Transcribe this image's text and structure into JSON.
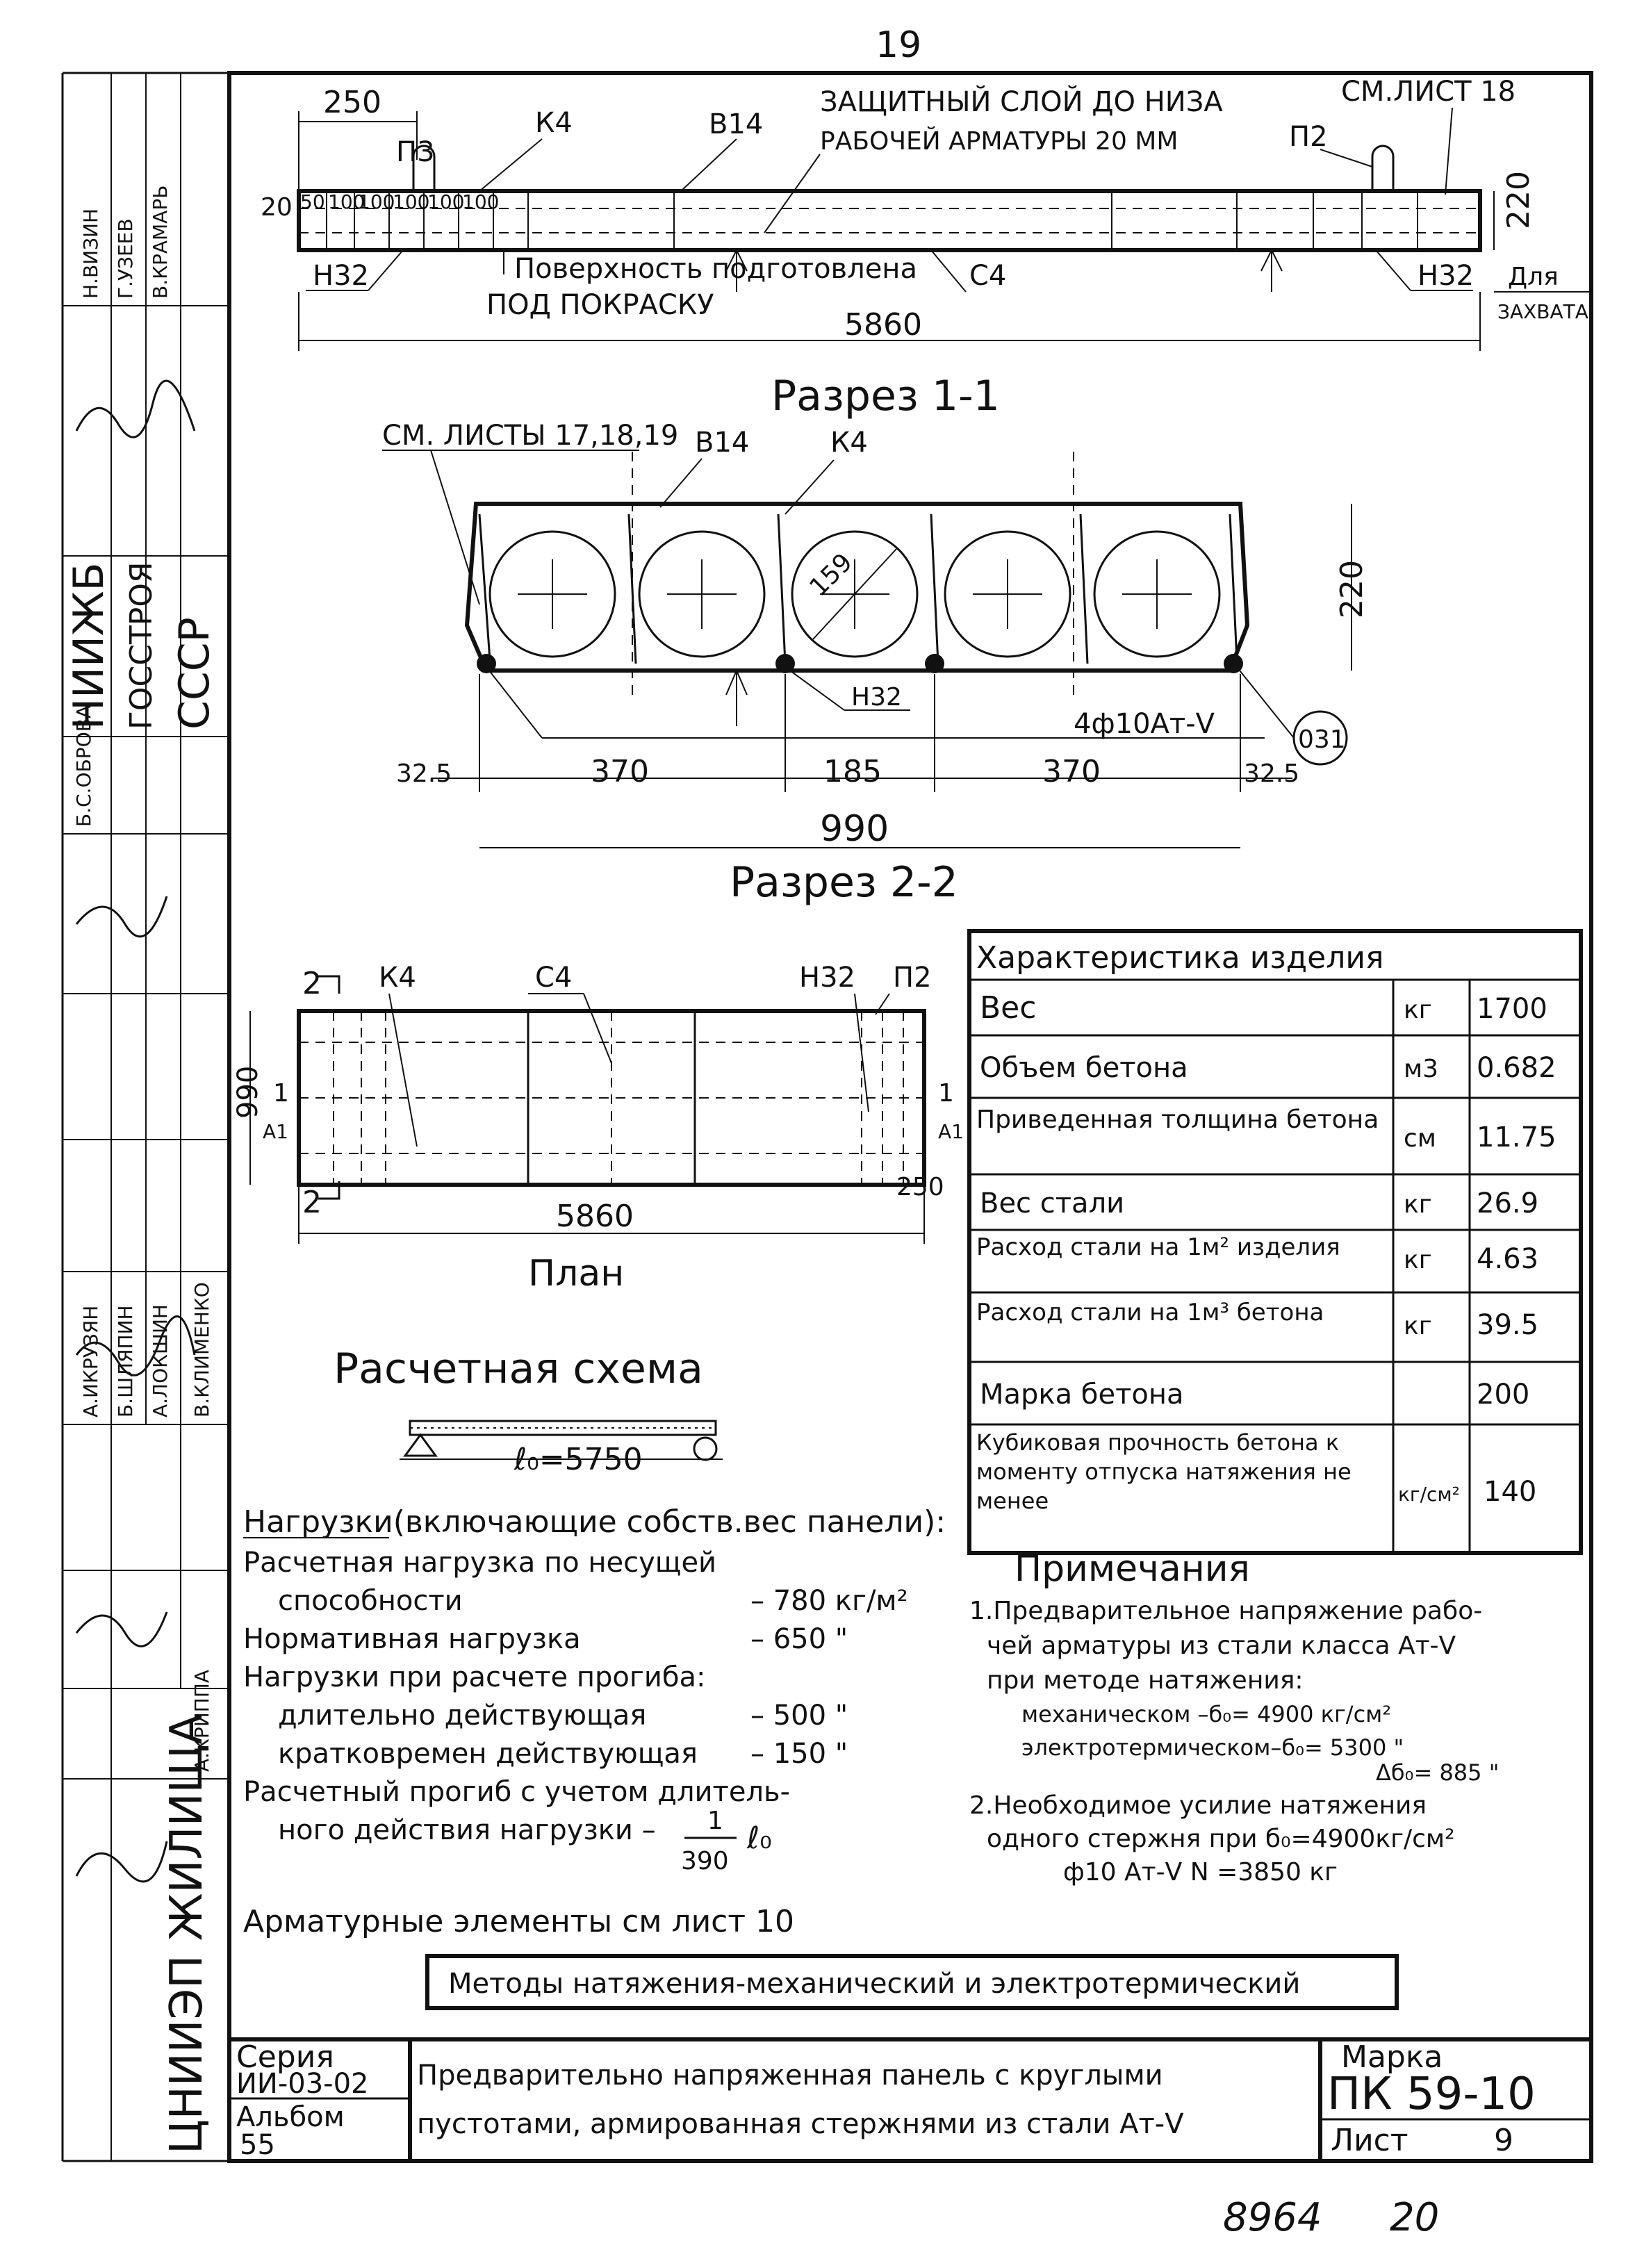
{
  "page_number": "19",
  "bottom_handwritten": [
    "8964",
    "20"
  ],
  "top_drawing": {
    "dim_250": "250",
    "label_p3": "П3",
    "label_k4": "К4",
    "label_v14": "В14",
    "protect_layer_1": "ЗАЩИТНЫЙ СЛОЙ ДО НИЗА",
    "protect_layer_2": "РАБОЧЕЙ АРМАТУРЫ 20 ММ",
    "see_sheet_18": "СМ.ЛИСТ 18",
    "label_p2": "П2",
    "dim_20": "20",
    "dims_left": [
      "50",
      "100",
      "100",
      "100",
      "100",
      "100"
    ],
    "dim_220": "220",
    "label_n32_left": "Н32",
    "label_n32_right": "Н32",
    "surface_1": "Поверхность подготовлена",
    "surface_2": "ПОД ПОКРАСКУ",
    "label_c4": "С4",
    "dim_5860": "5860",
    "grip_1": "Для",
    "grip_2": "ЗАХВАТА"
  },
  "section_1": {
    "title": "Разрез 1-1",
    "see_sheets": "СМ. ЛИСТЫ 17,18,19",
    "label_v14": "В14",
    "label_k4": "К4",
    "label_159": "159",
    "dim_220": "220",
    "label_n32": "Н32",
    "rebar": "4ф10Ат-V",
    "circle_tag": "031",
    "dims": [
      "32.5",
      "370",
      "185",
      "370",
      "32.5"
    ],
    "dim_total": "990"
  },
  "section_2": {
    "title": "Разрез 2-2",
    "mark_2_top": "2",
    "mark_2_bottom": "2",
    "label_k4": "К4",
    "label_c4": "С4",
    "label_n32": "Н32",
    "label_p2": "П2",
    "dim_990": "990",
    "mark_1_left": "1",
    "mark_1_right": "1",
    "mark_a1_left": "А1",
    "mark_a1_right": "А1",
    "dim_250": "250",
    "dim_5860": "5860",
    "plan_title": "План"
  },
  "calc_scheme": {
    "title": "Расчетная схема",
    "span": "ℓ₀=5750"
  },
  "loads": {
    "heading": "Нагрузки(включающие собств.вес панели):",
    "rows": [
      {
        "label": "Расчетная нагрузка по несущей",
        "value": ""
      },
      {
        "label": "способности",
        "value": "– 780 кг/м²"
      },
      {
        "label": "Нормативная нагрузка",
        "value": "– 650 \""
      },
      {
        "label": "Нагрузки при расчете прогиба:",
        "value": ""
      },
      {
        "label": "длительно действующая",
        "value": "– 500 \""
      },
      {
        "label": "кратковремен действующая",
        "value": "– 150 \""
      },
      {
        "label": "Расчетный прогиб с учетом длитель-",
        "value": ""
      },
      {
        "label": "ного действия нагрузки –",
        "value": ""
      }
    ],
    "fraction_num": "1",
    "fraction_den": "390",
    "fraction_var": "ℓ₀",
    "armature_note": "Арматурные элементы см лист 10"
  },
  "characteristics": {
    "title": "Характеристика изделия",
    "rows": [
      {
        "name": "Вес",
        "unit": "кг",
        "value": "1700"
      },
      {
        "name": "Объем бетона",
        "unit": "м3",
        "value": "0.682"
      },
      {
        "name": "Приведенная толщина бетона",
        "unit": "см",
        "value": "11.75"
      },
      {
        "name": "Вес стали",
        "unit": "кг",
        "value": "26.9"
      },
      {
        "name": "Расход стали на 1м² изделия",
        "unit": "кг",
        "value": "4.63"
      },
      {
        "name": "Расход стали на 1м³ бетона",
        "unit": "кг",
        "value": "39.5"
      },
      {
        "name": "Марка бетона",
        "unit": "",
        "value": "200"
      },
      {
        "name": "Кубиковая прочность бетона к моменту отпуска натяжения не менее",
        "unit": "кг/см²",
        "value": "140"
      }
    ]
  },
  "notes": {
    "title": "Примечания",
    "lines": [
      "1.Предварительное напряжение рабо-",
      "чей арматуры из стали класса Ат-V",
      "при методе натяжения:",
      "механическом      –б₀= 4900 кг/см²",
      "электротермическом–б₀= 5300  \"",
      "Δб₀=  885  \"",
      "2.Необходимое усилие натяжения",
      "одного стержня при б₀=4900кг/см²",
      "ф10 Ат-V     N =3850 кг"
    ]
  },
  "methods_box": "Методы натяжения-механический и электротермический",
  "title_block": {
    "series_label": "Серия",
    "series_value": "ИИ-03-02",
    "album_label": "Альбом",
    "album_value": "55",
    "description_1": "Предварительно напряженная панель с круглыми",
    "description_2": "пустотами, армированная стержнями из стали Ат-V",
    "mark_label": "Марка",
    "mark_value": "ПК 59-10",
    "sheet_label": "Лист",
    "sheet_value": "9"
  },
  "side_stamp": {
    "org_top_1": "НИИЖБ",
    "org_top_2": "ГОССТРОЯ",
    "org_top_3": "СССР",
    "obrova": "Б.С.ОБРОВА",
    "org_bottom": "ЦНИИЭП ЖИЛИЩА",
    "names_top": [
      "Н.ВИЗИН",
      "Г.УЗЕЕВ",
      "В.КРАМАРЬ"
    ],
    "names_mid": [
      "А.ИКРУЗЯН",
      "Б.ШЛЯПИН",
      "А.ЛОКШИН",
      "В.КЛИМЕНКО"
    ],
    "names_bottom": [
      "А.КРИППА"
    ]
  }
}
